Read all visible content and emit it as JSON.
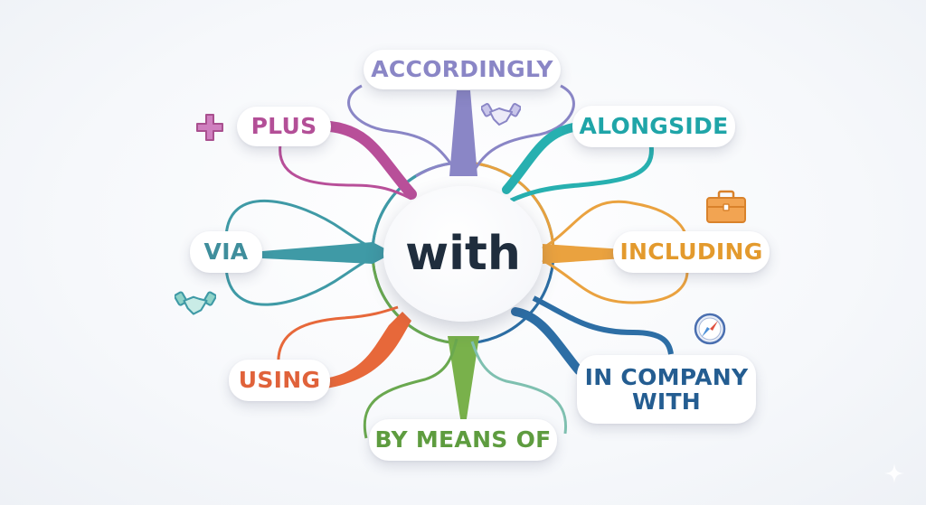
{
  "center": {
    "label": "with",
    "color": "#1f2d3d"
  },
  "nodes": [
    {
      "id": "accordingly",
      "label": "ACCORDINGLY",
      "color": "#8a86c6"
    },
    {
      "id": "plus",
      "label": "PLUS",
      "color": "#b34f97"
    },
    {
      "id": "alongside",
      "label": "ALONGSIDE",
      "color": "#1fa5a8"
    },
    {
      "id": "via",
      "label": "VIA",
      "color": "#3f8e9c"
    },
    {
      "id": "including",
      "label": "INCLUDING",
      "color": "#e39a2d"
    },
    {
      "id": "using",
      "label": "USING",
      "color": "#e0623a"
    },
    {
      "id": "by_means_of",
      "label": "BY MEANS OF",
      "color": "#5e9c3f"
    },
    {
      "id": "in_company_with",
      "label_line1": "IN COMPANY",
      "label_line2": "WITH",
      "color": "#245d91"
    }
  ],
  "icons": [
    {
      "name": "handshake-icon",
      "near": "accordingly",
      "color": "#8a86c6"
    },
    {
      "name": "plus-icon",
      "near": "plus",
      "color": "#b34f97"
    },
    {
      "name": "briefcase-icon",
      "near": "including",
      "color": "#f0a04a"
    },
    {
      "name": "handshake-icon",
      "near": "via",
      "color": "#4fb3a9"
    },
    {
      "name": "compass-icon",
      "near": "in_company_with",
      "color": "#4a6fb0"
    }
  ]
}
